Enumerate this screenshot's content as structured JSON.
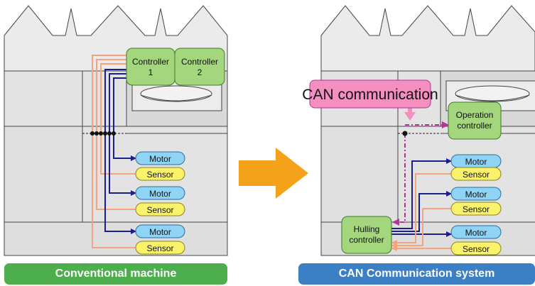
{
  "left_panel": {
    "caption": "Conventional machine",
    "caption_color": "#4cae4c",
    "controllers": [
      {
        "line1": "Controller",
        "line2": "1"
      },
      {
        "line1": "Controller",
        "line2": "2"
      }
    ],
    "devices": [
      {
        "motor": "Motor",
        "sensor": "Sensor"
      },
      {
        "motor": "Motor",
        "sensor": "Sensor"
      },
      {
        "motor": "Motor",
        "sensor": "Sensor"
      }
    ]
  },
  "right_panel": {
    "caption": "CAN Communication system",
    "caption_color": "#3b7fc4",
    "can_label": "CAN communication",
    "operation_controller": {
      "line1": "Operation",
      "line2": "controller"
    },
    "hulling_controller": {
      "line1": "Hulling",
      "line2": "controller"
    },
    "devices": [
      {
        "motor": "Motor",
        "sensor": "Sensor"
      },
      {
        "motor": "Motor",
        "sensor": "Sensor"
      },
      {
        "motor": "Motor",
        "sensor": "Sensor"
      }
    ]
  },
  "colors": {
    "arrow": "#f5a21b",
    "controller_green": "#a3d67d",
    "motor_blue": "#8fd3f5",
    "sensor_yellow": "#fbf26b",
    "can_pink": "#f48fc0",
    "wire_blue": "#1a1f8c",
    "wire_orange": "#f4a37a",
    "can_line": "#b5339a"
  }
}
